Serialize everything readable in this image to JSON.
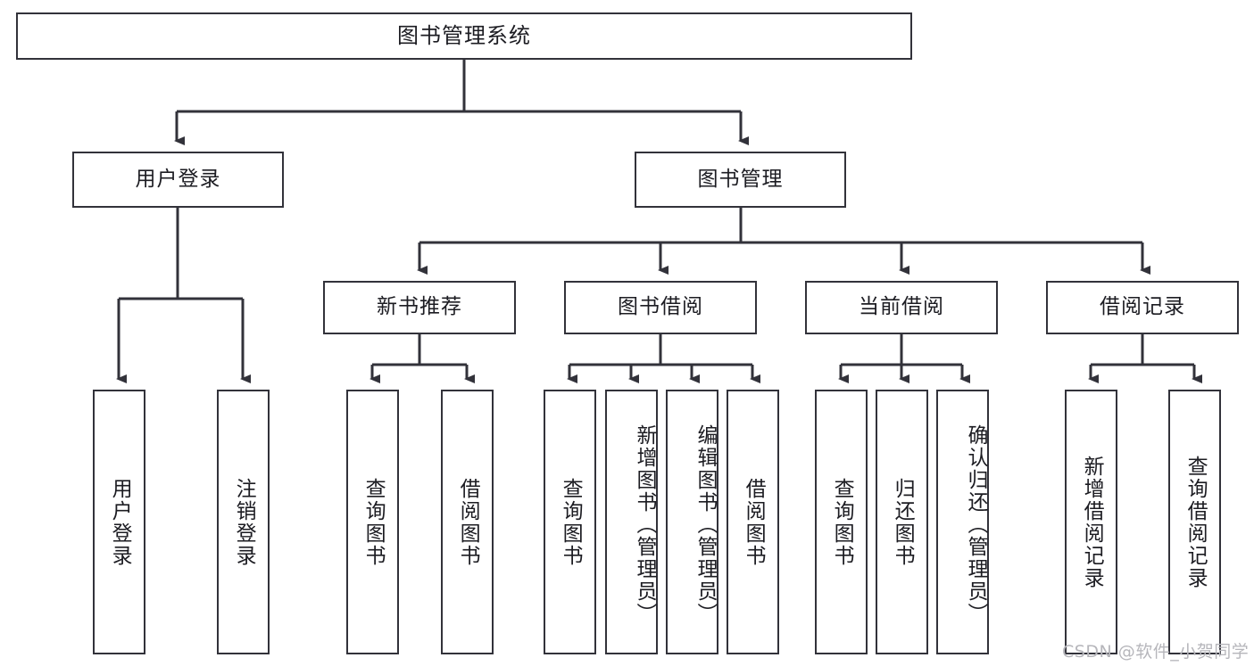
{
  "diagram": {
    "title": "图书管理系统",
    "type": "tree-hierarchy-chart",
    "levels": 4,
    "colors": {
      "box_border": "#32323a",
      "box_fill": "#ffffff",
      "connector": "#32323a",
      "text": "#1c1c22",
      "watermark": "#b6b6bb",
      "background": "#ffffff"
    },
    "root": {
      "label": "图书管理系统"
    },
    "level2": [
      {
        "id": "user-login",
        "label": "用户登录"
      },
      {
        "id": "book-management",
        "label": "图书管理"
      }
    ],
    "level3": [
      {
        "id": "new-book-recommend",
        "label": "新书推荐"
      },
      {
        "id": "book-borrow",
        "label": "图书借阅"
      },
      {
        "id": "current-borrow",
        "label": "当前借阅"
      },
      {
        "id": "borrow-record",
        "label": "借阅记录"
      }
    ],
    "leaves": {
      "user_login": [
        {
          "id": "leaf-user-login",
          "label": "用户登录"
        },
        {
          "id": "leaf-logout-login",
          "label": "注销登录"
        }
      ],
      "new_book_recommend": [
        {
          "id": "leaf-query-book-1",
          "label": "查询图书"
        },
        {
          "id": "leaf-borrow-book-1",
          "label": "借阅图书"
        }
      ],
      "book_borrow": [
        {
          "id": "leaf-query-book-2",
          "label": "查询图书"
        },
        {
          "id": "leaf-add-book",
          "label": "新增图书（管理员）"
        },
        {
          "id": "leaf-edit-book",
          "label": "编辑图书（管理员）"
        },
        {
          "id": "leaf-borrow-book-2",
          "label": "借阅图书"
        }
      ],
      "current_borrow": [
        {
          "id": "leaf-query-book-3",
          "label": "查询图书"
        },
        {
          "id": "leaf-return-book",
          "label": "归还图书"
        },
        {
          "id": "leaf-confirm-return",
          "label": "确认归还（管理员）"
        }
      ],
      "borrow_record": [
        {
          "id": "leaf-add-record",
          "label": "新增借阅记录"
        },
        {
          "id": "leaf-query-record",
          "label": "查询借阅记录"
        }
      ]
    }
  },
  "watermark": {
    "text": "CSDN @软件_小贺同学"
  }
}
